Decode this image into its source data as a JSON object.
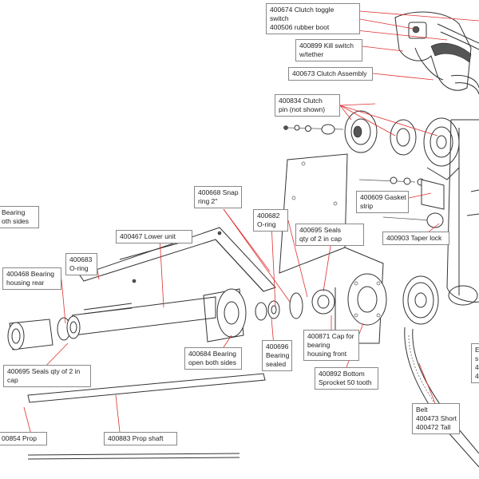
{
  "leader_color": "#e03030",
  "labels": {
    "toggle": [
      "400674 Clutch toggle",
      "switch",
      "400506 rubber boot"
    ],
    "kill": [
      "400899 Kill switch",
      "w/tether"
    ],
    "clutch_assembly": [
      "400673 Clutch Assembly"
    ],
    "clutch_pin": [
      "400834 Clutch",
      "pin (not shown)"
    ],
    "snap_ring": [
      "400668 Snap",
      "ring 2\""
    ],
    "gasket": [
      "400609 Gasket",
      "strip"
    ],
    "bearing_left": [
      "Bearing",
      "oth sides"
    ],
    "lower_unit": [
      "400467 Lower unit"
    ],
    "oring_top": [
      "400682",
      "O-ring"
    ],
    "seals_top": [
      "400695 Seals",
      "qty of 2 in cap"
    ],
    "taper": [
      "400903 Taper lock"
    ],
    "housing_rear": [
      "400468 Bearing",
      "housing rear"
    ],
    "oring_left": [
      "400683",
      "O-ring"
    ],
    "cap_front": [
      "400871 Cap for",
      "bearing",
      "housing  front"
    ],
    "bearing_open": [
      "400684 Bearing",
      "open both sides"
    ],
    "bearing_sealed": [
      "400696",
      "Bearing",
      "sealed"
    ],
    "seals_bottom": [
      "400695 Seals qty of 2 in",
      "cap"
    ],
    "sprocket": [
      "400892 Bottom",
      "Sprocket 50 tooth"
    ],
    "belt": [
      "Belt",
      "400473 Short",
      "400472 Tall"
    ],
    "prop": [
      "00854 Prop"
    ],
    "prop_shaft": [
      "400883 Prop shaft"
    ],
    "right_cut": [
      "E",
      "s",
      "4",
      "4"
    ]
  }
}
